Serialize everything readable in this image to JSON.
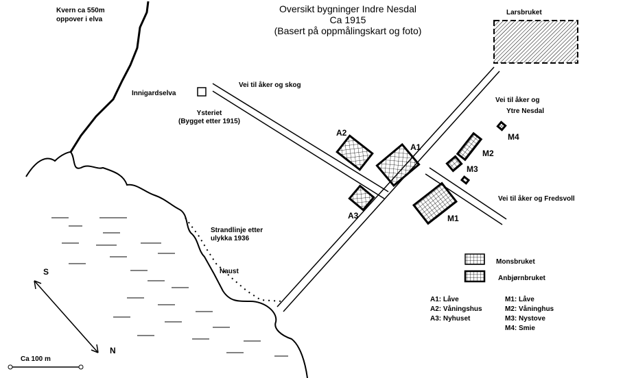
{
  "title": {
    "line1": "Oversikt bygninger Indre Nesdal",
    "line2": "Ca 1915",
    "line3": "(Basert på oppmålingskart og foto)"
  },
  "labels": {
    "larsbruket": "Larsbruket",
    "kvern1": "Kvern ca 550m",
    "kvern2": "oppover i elva",
    "innigardselva": "Innigardselva",
    "ysteriet1": "Ysteriet",
    "ysteriet2": "(Bygget etter 1915)",
    "road_skog": "Vei til åker og skog",
    "road_ytre1": "Vei til åker og",
    "road_ytre2": "Ytre Nesdal",
    "road_fredsvoll": "Vei til åker og Fredsvoll",
    "strand1": "Strandlinje etter",
    "strand2": "ulykka 1936",
    "naust": "Naust",
    "south": "S",
    "north": "N",
    "scale": "Ca 100 m"
  },
  "buildings": {
    "A1": "A1",
    "A2": "A2",
    "A3": "A3",
    "M1": "M1",
    "M2": "M2",
    "M3": "M3",
    "M4": "M4"
  },
  "legend": {
    "monsbruket": "Monsbruket",
    "anbjornbruket": "Anbjørnbruket",
    "col1": [
      "A1: Låve",
      "A2: Våningshus",
      "A3: Nyhuset"
    ],
    "col2": [
      "M1: Låve",
      "M2: Våninghus",
      "M3: Nystove",
      "M4: Smie"
    ]
  }
}
